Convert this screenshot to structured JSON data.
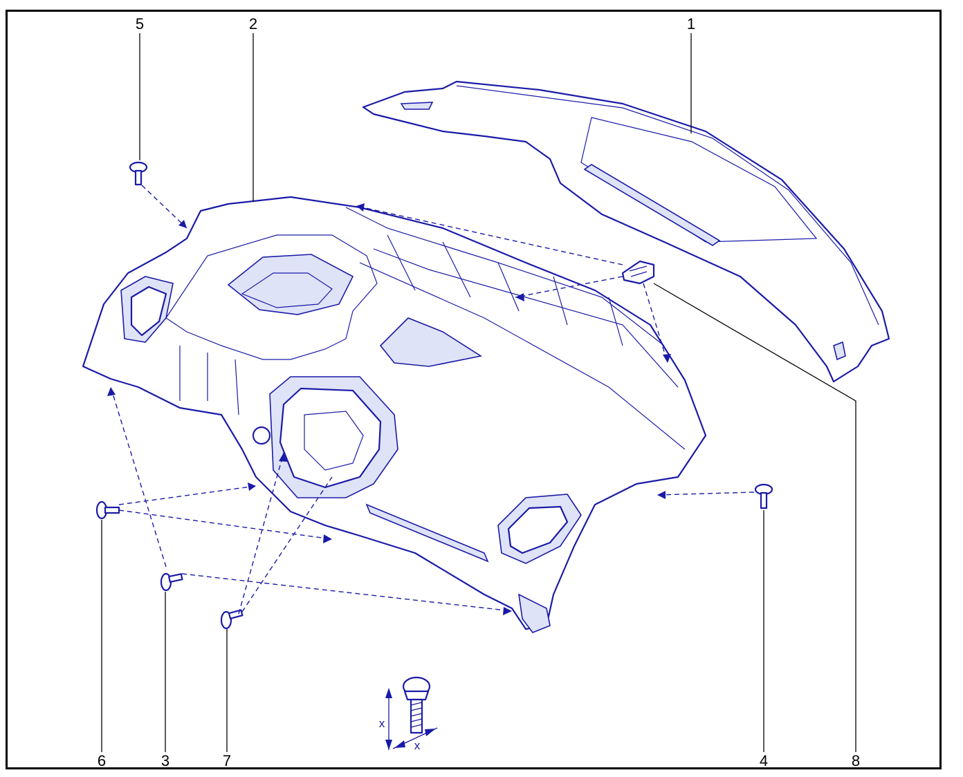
{
  "diagram": {
    "colors": {
      "line": "#1a1aa8",
      "frame": "#000000",
      "background": "#ffffff"
    },
    "callouts": [
      {
        "id": "1",
        "label": "1",
        "part": "dashboard-top-cover"
      },
      {
        "id": "2",
        "label": "2",
        "part": "dashboard-assembly"
      },
      {
        "id": "3",
        "label": "3",
        "part": "screw"
      },
      {
        "id": "4",
        "label": "4",
        "part": "screw"
      },
      {
        "id": "5",
        "label": "5",
        "part": "screw"
      },
      {
        "id": "6",
        "label": "6",
        "part": "screw"
      },
      {
        "id": "7",
        "label": "7",
        "part": "screw"
      },
      {
        "id": "8",
        "label": "8",
        "part": "clip"
      }
    ],
    "dimension_detail": {
      "height_label": "x",
      "width_label": "x"
    }
  }
}
